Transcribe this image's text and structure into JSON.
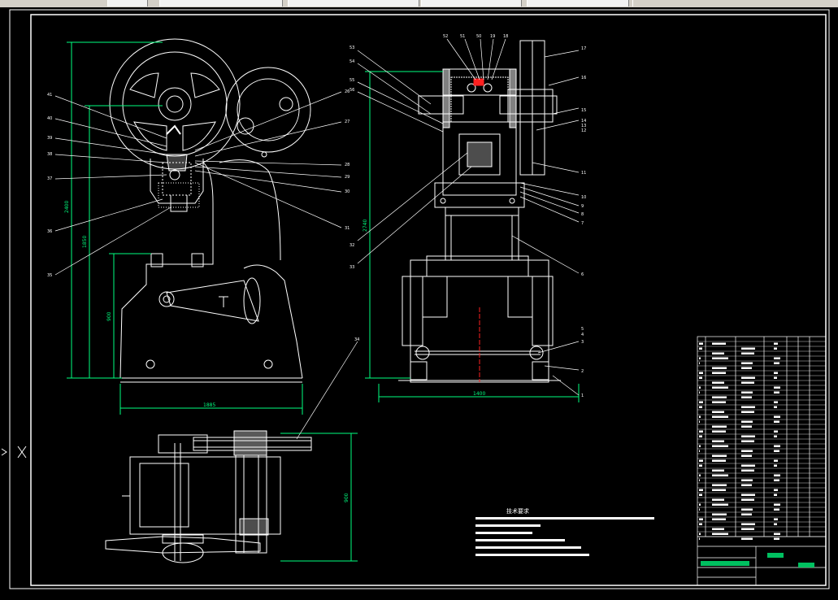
{
  "toolbar": {
    "items": [
      "",
      "",
      "",
      "",
      "",
      ""
    ]
  },
  "drawing": {
    "balloons_left": [
      "41",
      "40",
      "39",
      "38",
      "37",
      "36",
      "35"
    ],
    "balloons_left_right": [
      "26",
      "27",
      "28",
      "29",
      "30",
      "31"
    ],
    "balloons_center_left": [
      "53",
      "54",
      "55",
      "56",
      "32",
      "33"
    ],
    "balloons_top": [
      "52",
      "51",
      "50",
      "19",
      "18"
    ],
    "balloons_right": [
      "17",
      "16",
      "15",
      "14",
      "13",
      "12",
      "11",
      "10",
      "9",
      "8",
      "7",
      "6",
      "5",
      "4",
      "3",
      "2",
      "1"
    ],
    "balloon_34": "34",
    "dims_left": {
      "total_height": "2400",
      "mid_height": "1850",
      "table_height": "900",
      "base_width": "1885"
    },
    "dims_center": {
      "total_height": "2740",
      "base_width": "1400"
    },
    "dims_plan": {
      "depth": "900"
    },
    "notes_title": "技术要求"
  },
  "colors": {
    "background": "#000000",
    "lines": "#ffffff",
    "dims": "#00ff7f",
    "centerline": "#ff0000",
    "title_green": "#00c060"
  },
  "icons": {
    "ucs": "ucs-axis-icon"
  }
}
